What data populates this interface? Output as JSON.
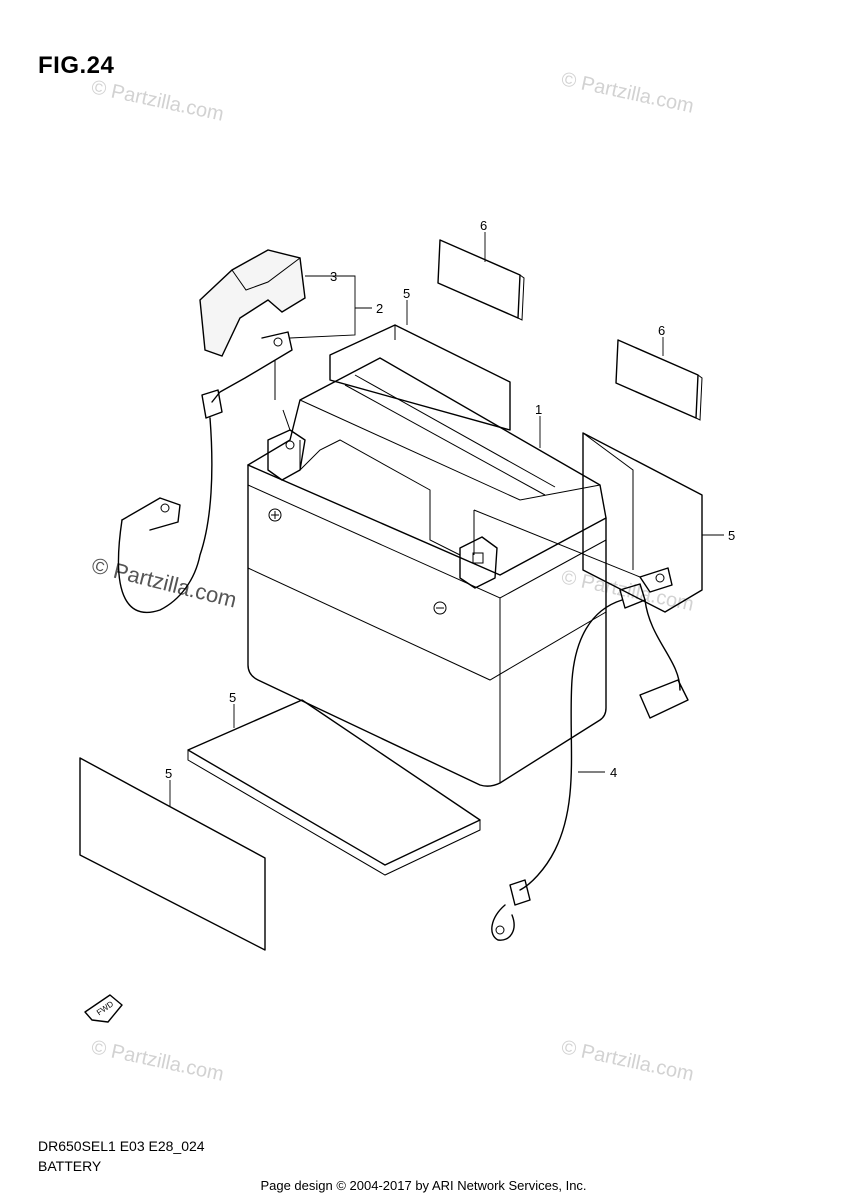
{
  "figure": {
    "title": "FIG.24"
  },
  "model_code": "DR650SEL1 E03 E28_024",
  "section_name": "BATTERY",
  "footer": "Page design © 2004-2017 by ARI Network Services, Inc.",
  "watermark": "© Partzilla.com",
  "fwd_label": "FWD",
  "callouts": {
    "battery": "1",
    "terminal_cover_2": "2",
    "terminal_cover_3": "3",
    "lead_wire": "4",
    "pad_5a": "5",
    "pad_5b": "5",
    "pad_5c": "5",
    "pad_5d": "5",
    "label_6a": "6",
    "label_6b": "6"
  }
}
